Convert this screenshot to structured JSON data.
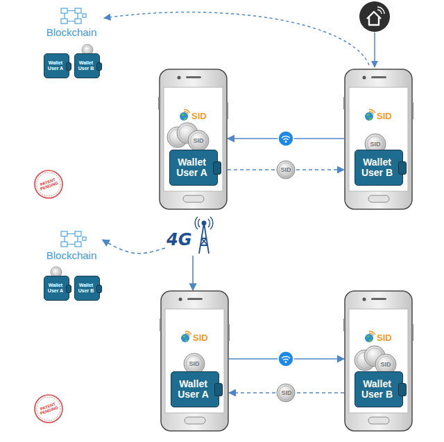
{
  "diagram": {
    "nodes": [
      {
        "text": [
          "Blockchain"
        ]
      },
      {
        "text": [
          "Wallet User A"
        ]
      },
      {
        "text": [
          "Wallet User B"
        ]
      },
      {
        "text": [
          "SID"
        ]
      },
      {
        "text": [
          "Wallet User A"
        ],
        "in": 3
      },
      {
        "text": [
          "SID"
        ]
      },
      {
        "text": [
          "Wallet User B"
        ],
        "in": 5
      },
      {
        "text": [
          "Blockchain"
        ]
      },
      {
        "text": [
          "Wallet User A"
        ]
      },
      {
        "text": [
          "Wallet User B"
        ]
      },
      {
        "text": [
          "4G"
        ]
      },
      {
        "text": [
          "SID"
        ]
      },
      {
        "text": [
          "Wallet User A"
        ],
        "in": 11
      },
      {
        "text": [
          "SID"
        ]
      },
      {
        "text": [
          "Wallet User B"
        ],
        "in": 13
      }
    ],
    "edges": [
      {
        "from": 5,
        "to": 3,
        "arrow": "to"
      },
      {
        "from": 3,
        "to": 5,
        "label": "SID",
        "arrow": "to"
      },
      {
        "from": 10,
        "to": 7,
        "arrow": "to"
      },
      {
        "from": 10,
        "to": 11,
        "arrow": "to"
      },
      {
        "from": 11,
        "to": 13,
        "arrow": "to"
      },
      {
        "from": 13,
        "to": 11,
        "label": "SID",
        "arrow": "to"
      }
    ],
    "labels": [
      "SID",
      "SID",
      "SID",
      "SID",
      "PATENT PENDING",
      "PATENT PENDING"
    ]
  }
}
